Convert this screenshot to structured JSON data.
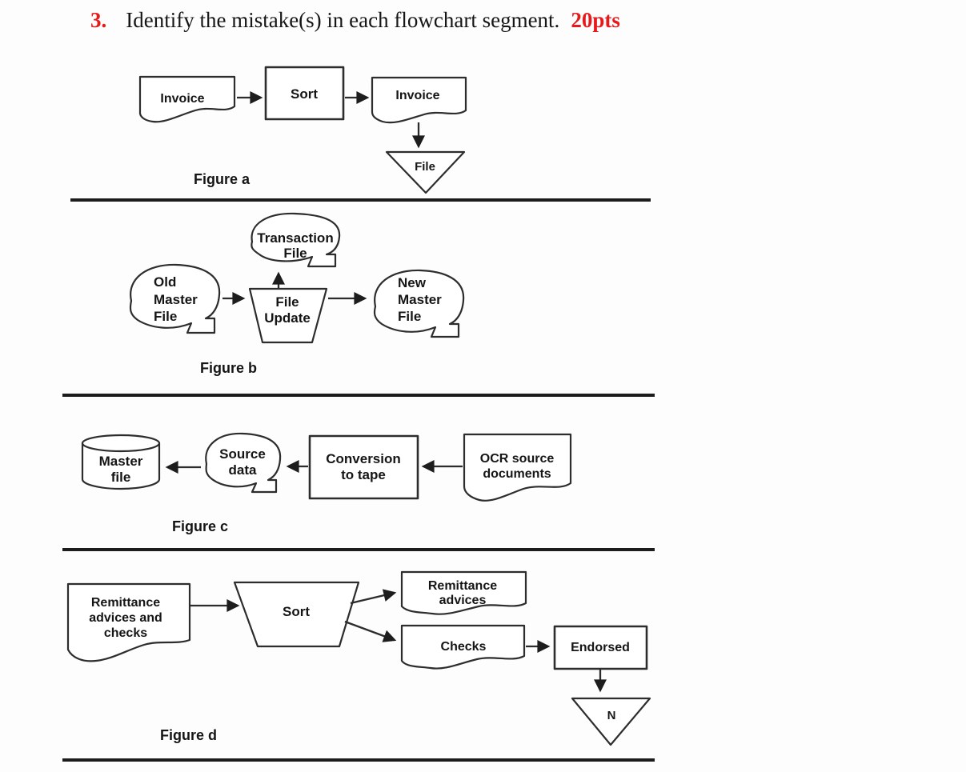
{
  "title": {
    "number": "3.",
    "text": "Identify the mistake(s) in each flowchart segment.",
    "points": "20pts",
    "accent_color": "#e8191c"
  },
  "colors": {
    "ink": "#151515",
    "line": "#2d2d2d",
    "background": "#fdfdfd"
  },
  "figures": [
    {
      "id": "a",
      "label": "Figure a",
      "nodes": {
        "invoice_in": {
          "shape": "document",
          "label": "Invoice"
        },
        "sort": {
          "shape": "process-rect",
          "label": "Sort"
        },
        "invoice_out": {
          "shape": "document",
          "label": "Invoice"
        },
        "file": {
          "shape": "offline-file-triangle",
          "label": "File"
        }
      },
      "connections": [
        "invoice_in -> sort",
        "sort -> invoice_out",
        "invoice_out -> file"
      ]
    },
    {
      "id": "b",
      "label": "Figure b",
      "nodes": {
        "transaction_file": {
          "shape": "tape-cloud",
          "lines": [
            "Transaction",
            "File"
          ]
        },
        "old_master_file": {
          "shape": "tape-cloud",
          "lines": [
            "Old",
            "Master",
            "File"
          ]
        },
        "file_update": {
          "shape": "trapezoid",
          "lines": [
            "File",
            "Update"
          ]
        },
        "new_master_file": {
          "shape": "tape-cloud",
          "lines": [
            "New",
            "Master",
            "File"
          ]
        }
      },
      "connections": [
        "old_master_file -> file_update",
        "file_update -> transaction_file",
        "file_update -> new_master_file"
      ]
    },
    {
      "id": "c",
      "label": "Figure c",
      "nodes": {
        "master_file": {
          "shape": "cylinder",
          "lines": [
            "Master",
            "file"
          ]
        },
        "source_data": {
          "shape": "tape-cloud",
          "lines": [
            "Source",
            "data"
          ]
        },
        "conversion_to_tape": {
          "shape": "process-rect",
          "lines": [
            "Conversion",
            "to tape"
          ]
        },
        "ocr_source_documents": {
          "shape": "document",
          "lines": [
            "OCR source",
            "documents"
          ]
        }
      },
      "connections": [
        "ocr_source_documents -> conversion_to_tape",
        "conversion_to_tape -> source_data",
        "source_data -> master_file"
      ]
    },
    {
      "id": "d",
      "label": "Figure d",
      "nodes": {
        "remittance_advices_and_checks": {
          "shape": "document",
          "lines": [
            "Remittance",
            "advices and",
            "checks"
          ]
        },
        "sort": {
          "shape": "trapezoid",
          "label": "Sort"
        },
        "remittance_advices": {
          "shape": "document",
          "lines": [
            "Remittance",
            "advices"
          ]
        },
        "checks": {
          "shape": "document",
          "label": "Checks"
        },
        "endorsed": {
          "shape": "process-rect",
          "label": "Endorsed"
        },
        "n_file": {
          "shape": "offline-file-triangle",
          "label": "N"
        }
      },
      "connections": [
        "remittance_advices_and_checks -> sort",
        "sort -> remittance_advices",
        "sort -> checks",
        "checks -> endorsed",
        "endorsed -> n_file"
      ]
    }
  ]
}
